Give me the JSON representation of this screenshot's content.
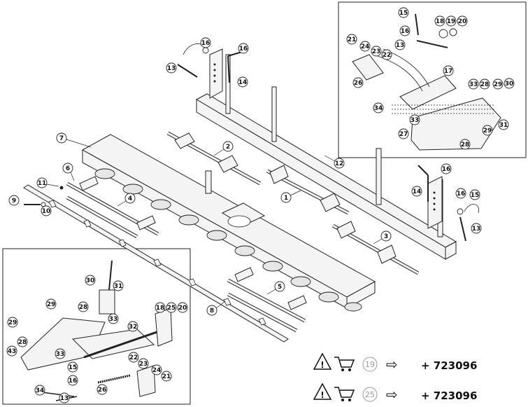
{
  "diagram": {
    "callouts_main": [
      "1",
      "2",
      "3",
      "4",
      "5",
      "6",
      "7",
      "8",
      "9",
      "10",
      "11",
      "12",
      "13",
      "14",
      "15",
      "16"
    ],
    "callouts_top_inset": [
      "15",
      "16",
      "13",
      "18",
      "19",
      "20",
      "21",
      "24",
      "23",
      "22",
      "26",
      "17",
      "33",
      "28",
      "29",
      "30",
      "34",
      "33",
      "31",
      "27",
      "28",
      "29"
    ],
    "callouts_bottom_inset": [
      "30",
      "31",
      "29",
      "28",
      "33",
      "29",
      "28",
      "43",
      "33",
      "32",
      "18",
      "25",
      "20",
      "15",
      "16",
      "34",
      "13",
      "26",
      "22",
      "23",
      "24",
      "21"
    ],
    "legend": [
      {
        "circled": "19",
        "arrow": "⇨",
        "text": "+ 723096"
      },
      {
        "circled": "25",
        "arrow": "⇨",
        "text": "+ 723096"
      }
    ]
  }
}
